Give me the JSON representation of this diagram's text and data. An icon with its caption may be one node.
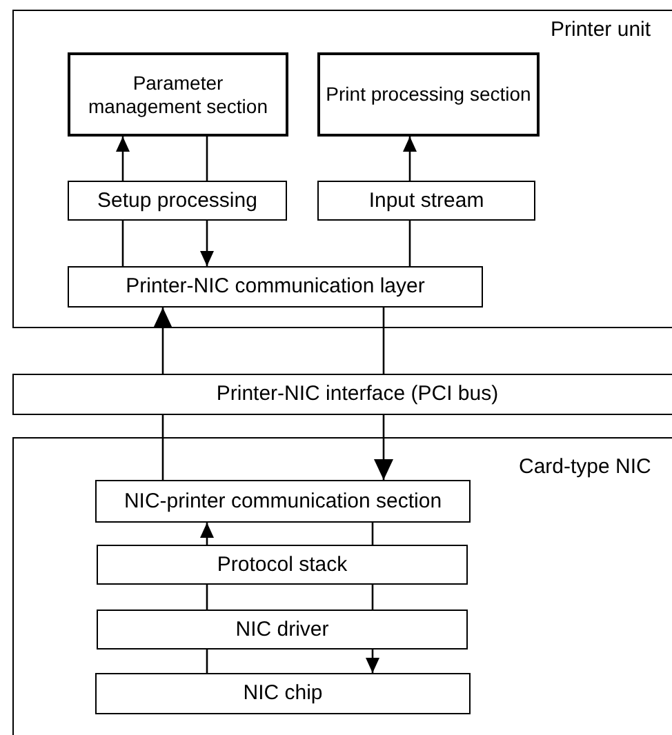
{
  "diagram": {
    "nodes": [
      {
        "text": [
          "Printer unit"
        ]
      },
      {
        "text": [
          "Parameter management section"
        ],
        "in": 0
      },
      {
        "text": [
          "Print processing section"
        ],
        "in": 0
      },
      {
        "text": [
          "Setup processing"
        ],
        "in": 0
      },
      {
        "text": [
          "Input stream"
        ],
        "in": 0
      },
      {
        "text": [
          "Printer-NIC communication layer"
        ],
        "in": 0
      },
      {
        "text": [
          "Printer-NIC interface (PCI bus)"
        ]
      },
      {
        "text": [
          "Card-type NIC"
        ]
      },
      {
        "text": [
          "NIC-printer communication section"
        ],
        "in": 7
      },
      {
        "text": [
          "Protocol stack"
        ],
        "in": 7
      },
      {
        "text": [
          "NIC driver"
        ],
        "in": 7
      },
      {
        "text": [
          "NIC chip"
        ],
        "in": 7
      }
    ],
    "edges": [
      {
        "from": 5,
        "to": 3,
        "arrow": "none"
      },
      {
        "from": 3,
        "to": 1,
        "arrow": "to"
      },
      {
        "from": 1,
        "to": 3,
        "arrow": "none"
      },
      {
        "from": 3,
        "to": 5,
        "arrow": "to"
      },
      {
        "from": 5,
        "to": 4,
        "arrow": "none"
      },
      {
        "from": 4,
        "to": 2,
        "arrow": "to"
      },
      {
        "from": 6,
        "to": 5,
        "arrow": "to"
      },
      {
        "from": 5,
        "to": 6,
        "arrow": "none"
      },
      {
        "from": 8,
        "to": 6,
        "arrow": "none"
      },
      {
        "from": 6,
        "to": 8,
        "arrow": "to"
      },
      {
        "from": 9,
        "to": 8,
        "arrow": "to"
      },
      {
        "from": 8,
        "to": 9,
        "arrow": "none"
      },
      {
        "from": 10,
        "to": 9,
        "arrow": "none"
      },
      {
        "from": 9,
        "to": 10,
        "arrow": "none"
      },
      {
        "from": 11,
        "to": 10,
        "arrow": "none"
      },
      {
        "from": 10,
        "to": 11,
        "arrow": "to"
      }
    ]
  }
}
